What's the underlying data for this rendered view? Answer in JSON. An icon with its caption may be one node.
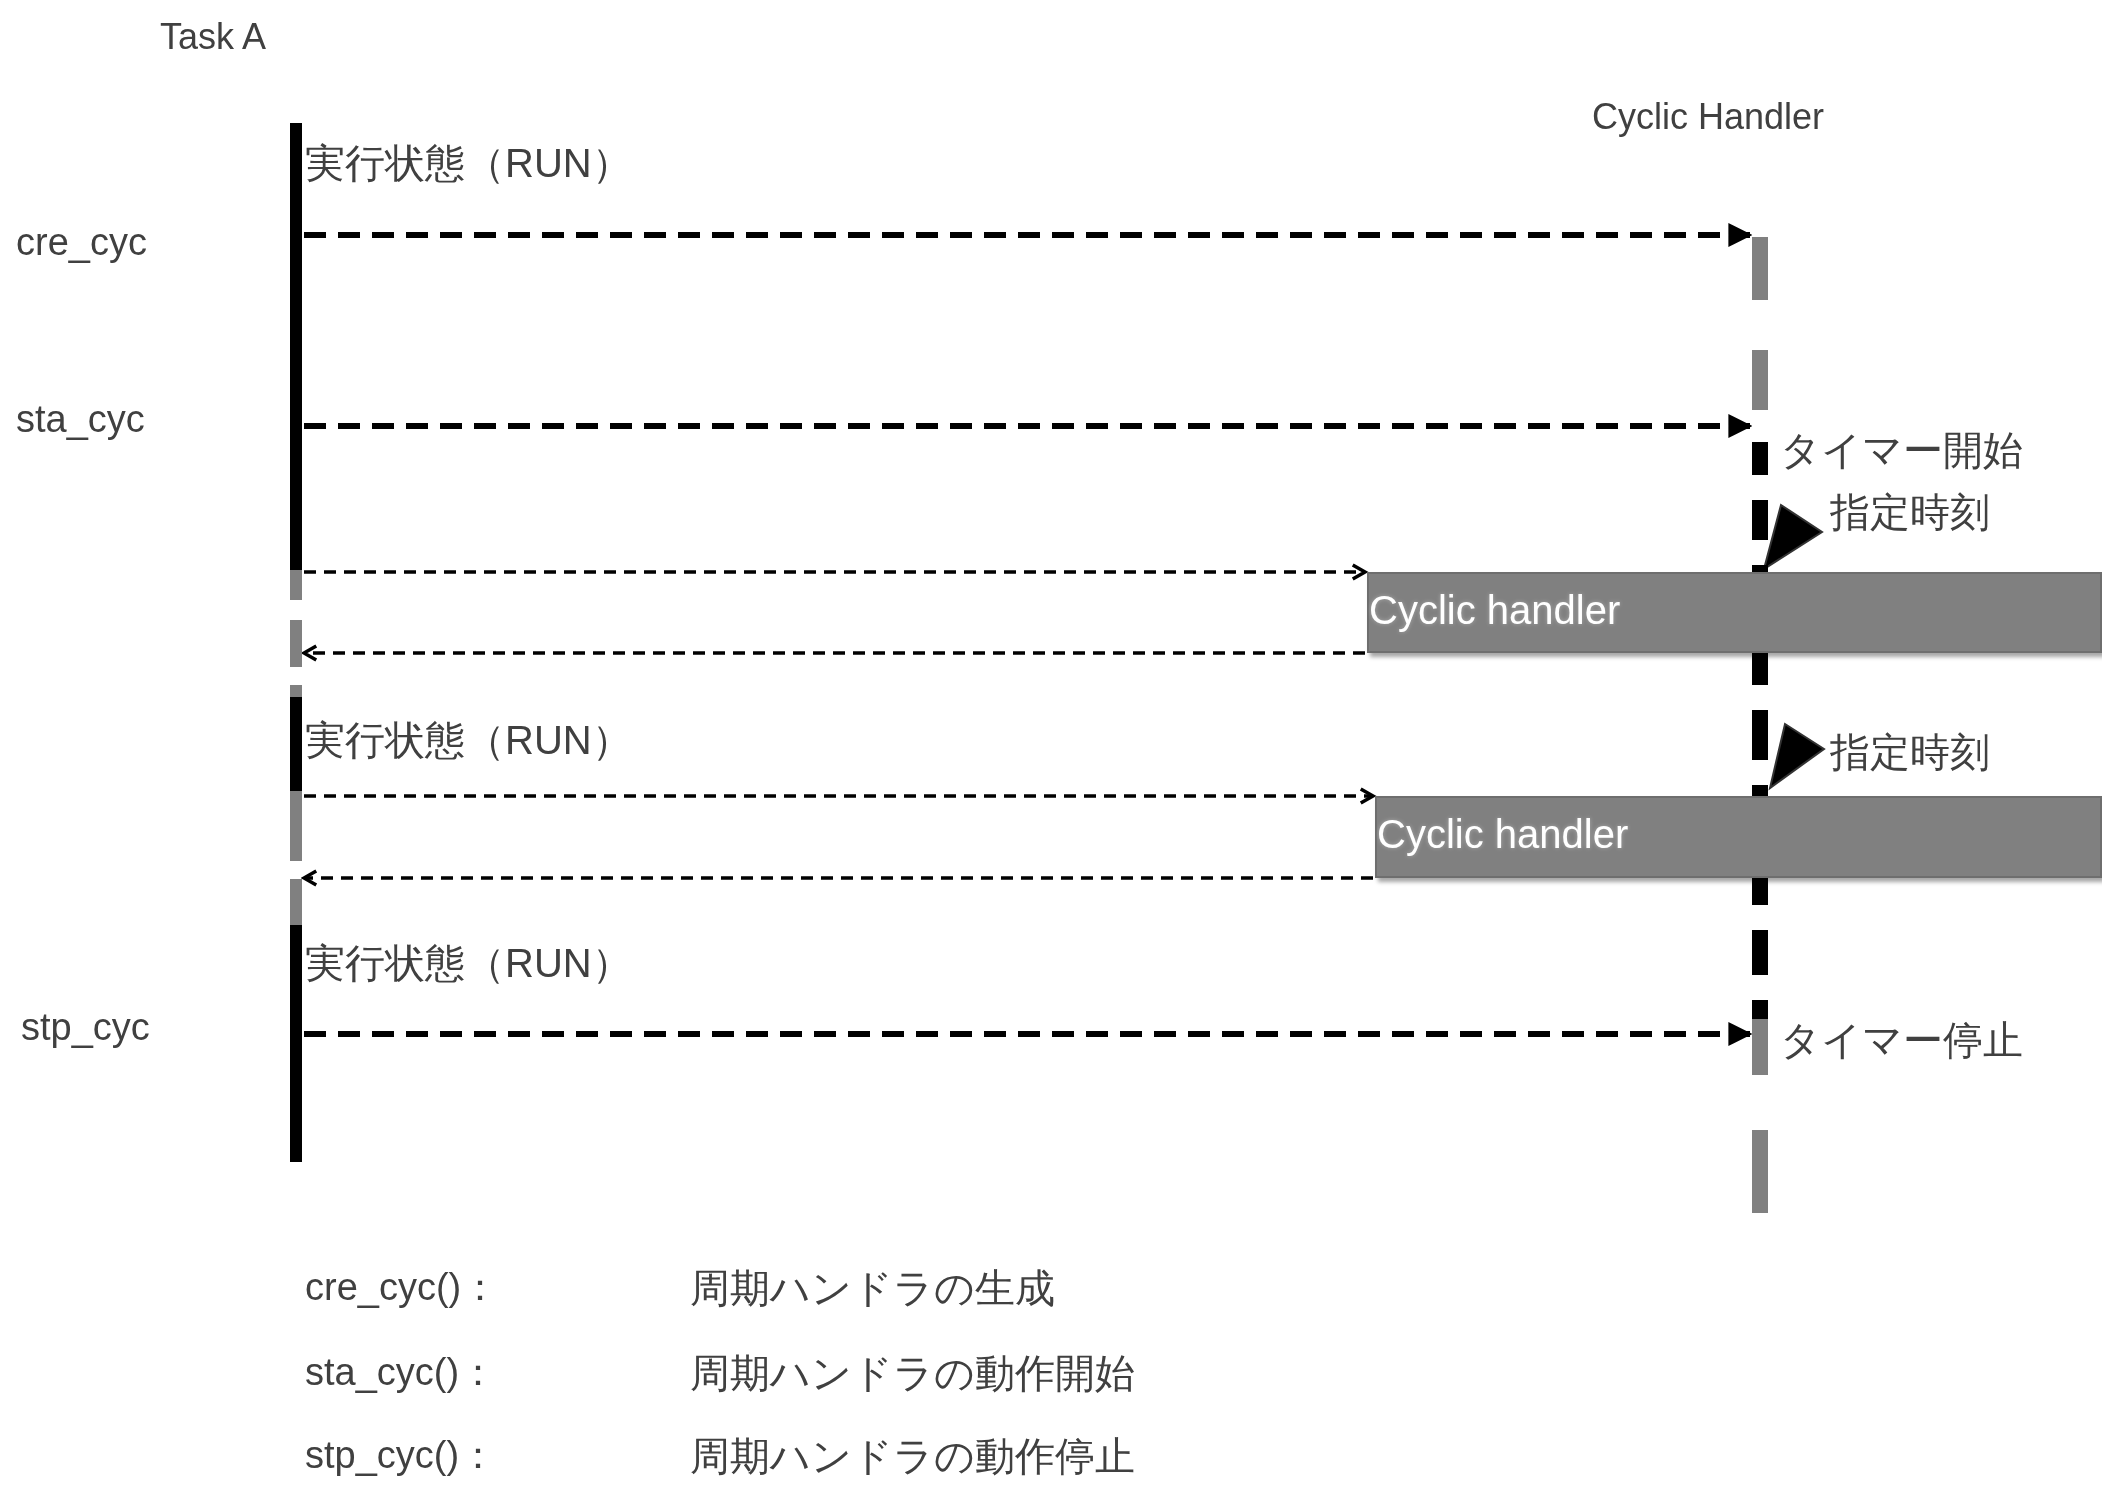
{
  "diagram": {
    "nodes": [
      {
        "text": [
          "Task A"
        ]
      },
      {
        "text": [
          "Cyclic Handler"
        ]
      },
      {
        "text": [
          "Cyclic handler"
        ]
      },
      {
        "text": [
          "Cyclic handler"
        ]
      }
    ],
    "edges": [
      {
        "from": 0,
        "to": 1,
        "arrow": "to",
        "style": "dashed"
      },
      {
        "from": 0,
        "to": 1,
        "arrow": "to",
        "style": "dashed"
      },
      {
        "from": 0,
        "to": 2,
        "arrow": "to",
        "style": "dashed"
      },
      {
        "from": 2,
        "to": 0,
        "arrow": "to",
        "style": "dashed"
      },
      {
        "from": 0,
        "to": 3,
        "arrow": "to",
        "style": "dashed"
      },
      {
        "from": 3,
        "to": 0,
        "arrow": "to",
        "style": "dashed"
      },
      {
        "from": 0,
        "to": 1,
        "arrow": "to",
        "style": "dashed"
      }
    ],
    "labels": [
      "実行状態（RUN）",
      "cre_cyc",
      "sta_cyc",
      "タイマー開始",
      "指定時刻",
      "実行状態（RUN）",
      "指定時刻",
      "実行状態（RUN）",
      "stp_cyc",
      "タイマー停止",
      "cre_cyc()：",
      "周期ハンドラの生成",
      "sta_cyc()：",
      "周期ハンドラの動作開始",
      "stp_cyc()：",
      "周期ハンドラの動作停止"
    ]
  }
}
